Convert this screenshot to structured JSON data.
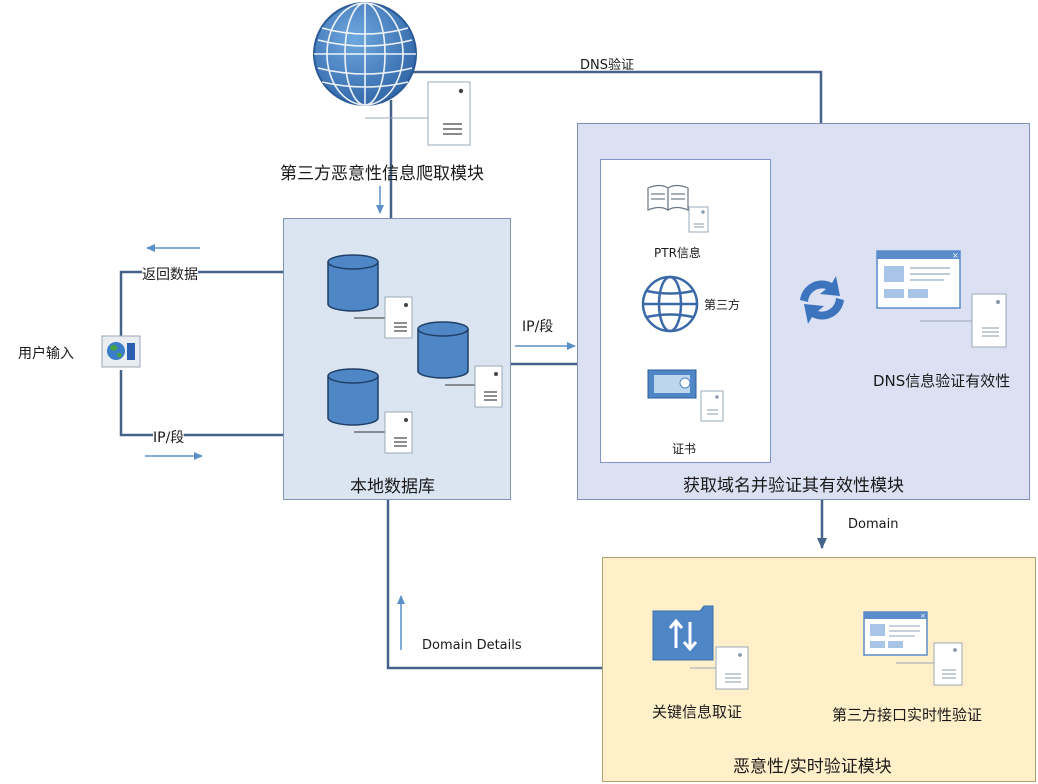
{
  "modules": {
    "crawler_title": "第三方恶意性信息爬取模块",
    "local_db_title": "本地数据库",
    "domain_verify_title": "获取域名并验证其有效性模块",
    "malicious_title": "恶意性/实时验证模块"
  },
  "user": {
    "input_label": "用户输入",
    "return_label": "返回数据",
    "ip_label": "IP/段"
  },
  "edges": {
    "dns_label": "DNS验证",
    "ip_to_verify_label": "IP/段",
    "domain_label": "Domain",
    "domain_details_label": "Domain Details"
  },
  "verify_inner": {
    "ptr_label": "PTR信息",
    "third_party_label": "第三方",
    "cert_label": "证书",
    "dns_valid_label": "DNS信息验证有效性"
  },
  "malicious_inner": {
    "key_info_label": "关键信息取证",
    "api_label": "第三方接口实时性验证"
  },
  "colors": {
    "line": "#44628a",
    "db_blue": "#4f86c6",
    "local_db_bg": "#dbe5f1",
    "verify_bg": "#dbe1f3",
    "malicious_bg": "#fff0c9"
  }
}
